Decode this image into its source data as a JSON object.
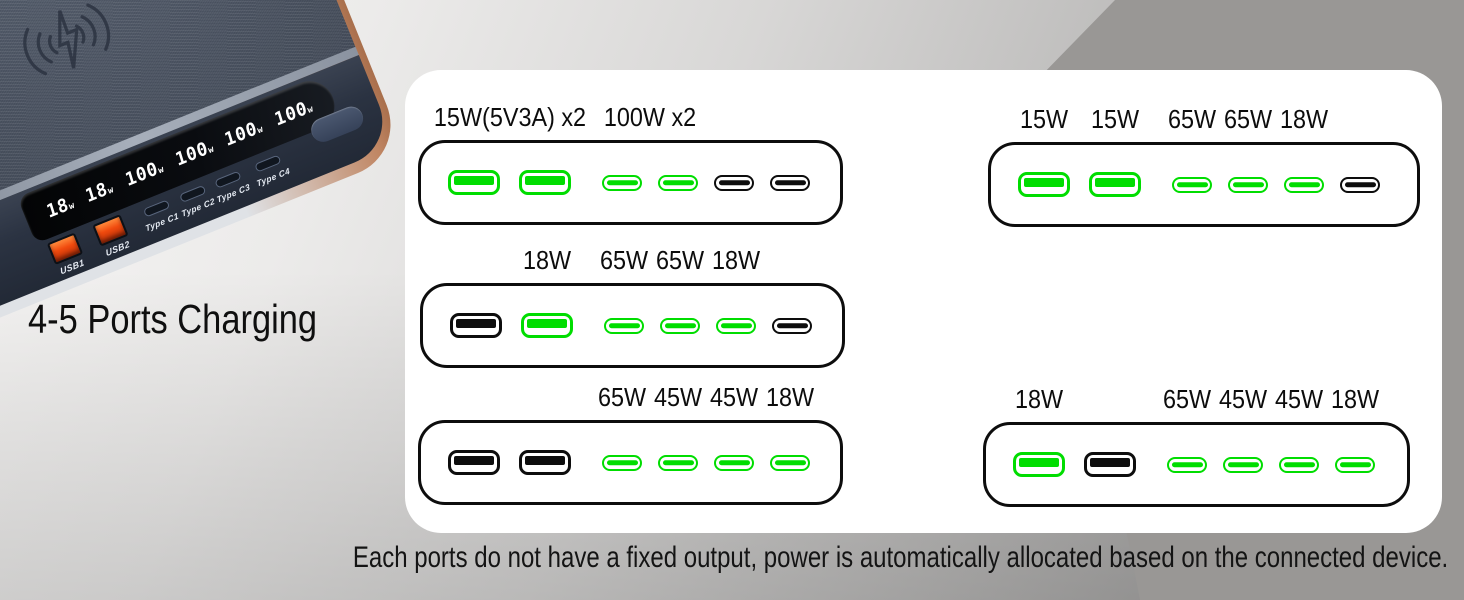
{
  "page": {
    "title": "4-5 Ports Charging",
    "caption": "Each ports do not have a fixed output, power is automatically allocated based on the connected device."
  },
  "colors": {
    "port_green": "#00dd00",
    "port_black": "#0d0d0d",
    "usb_orange": "#f04a0e",
    "panel_white": "#ffffff",
    "corner_gray": "#999795"
  },
  "device": {
    "display_readings": [
      {
        "value": "18",
        "unit": "w"
      },
      {
        "value": "18",
        "unit": "w"
      },
      {
        "value": "100",
        "unit": "w"
      },
      {
        "value": "100",
        "unit": "w"
      },
      {
        "value": "100",
        "unit": "w"
      },
      {
        "value": "100",
        "unit": "w"
      }
    ],
    "usb_a_port_labels": [
      "USB1",
      "USB2"
    ],
    "usb_c_port_labels": [
      "Type C1",
      "Type C2",
      "Type C3",
      "Type C4"
    ],
    "icons": [
      "wireless-charging-icon"
    ]
  },
  "diagrams": [
    {
      "name": "top-left",
      "labels": [
        {
          "text": "15W(5V3A) x2",
          "ports": [
            0,
            1
          ]
        },
        {
          "text": "100W x2",
          "ports": [
            2,
            3
          ]
        }
      ],
      "ports": [
        {
          "type": "usb-a",
          "color": "green"
        },
        {
          "type": "usb-a",
          "color": "green"
        },
        {
          "type": "usb-c",
          "color": "green"
        },
        {
          "type": "usb-c",
          "color": "green"
        },
        {
          "type": "usb-c",
          "color": "black"
        },
        {
          "type": "usb-c",
          "color": "black"
        }
      ]
    },
    {
      "name": "top-right",
      "labels": [
        {
          "text": "15W",
          "ports": [
            0
          ]
        },
        {
          "text": "15W",
          "ports": [
            1
          ]
        },
        {
          "text": "65W",
          "ports": [
            2
          ]
        },
        {
          "text": "65W",
          "ports": [
            3
          ]
        },
        {
          "text": "18W",
          "ports": [
            4
          ]
        }
      ],
      "ports": [
        {
          "type": "usb-a",
          "color": "green"
        },
        {
          "type": "usb-a",
          "color": "green"
        },
        {
          "type": "usb-c",
          "color": "green"
        },
        {
          "type": "usb-c",
          "color": "green"
        },
        {
          "type": "usb-c",
          "color": "green"
        },
        {
          "type": "usb-c",
          "color": "black"
        }
      ]
    },
    {
      "name": "middle-left",
      "labels": [
        {
          "text": "18W",
          "ports": [
            1
          ]
        },
        {
          "text": "65W",
          "ports": [
            2
          ]
        },
        {
          "text": "65W",
          "ports": [
            3
          ]
        },
        {
          "text": "18W",
          "ports": [
            4
          ]
        }
      ],
      "ports": [
        {
          "type": "usb-a",
          "color": "black"
        },
        {
          "type": "usb-a",
          "color": "green"
        },
        {
          "type": "usb-c",
          "color": "green"
        },
        {
          "type": "usb-c",
          "color": "green"
        },
        {
          "type": "usb-c",
          "color": "green"
        },
        {
          "type": "usb-c",
          "color": "black"
        }
      ]
    },
    {
      "name": "bottom-left",
      "labels": [
        {
          "text": "65W",
          "ports": [
            2
          ]
        },
        {
          "text": "45W",
          "ports": [
            3
          ]
        },
        {
          "text": "45W",
          "ports": [
            4
          ]
        },
        {
          "text": "18W",
          "ports": [
            5
          ]
        }
      ],
      "ports": [
        {
          "type": "usb-a",
          "color": "black"
        },
        {
          "type": "usb-a",
          "color": "black"
        },
        {
          "type": "usb-c",
          "color": "green"
        },
        {
          "type": "usb-c",
          "color": "green"
        },
        {
          "type": "usb-c",
          "color": "green"
        },
        {
          "type": "usb-c",
          "color": "green"
        }
      ]
    },
    {
      "name": "bottom-right",
      "labels": [
        {
          "text": "18W",
          "ports": [
            0
          ]
        },
        {
          "text": "65W",
          "ports": [
            2
          ]
        },
        {
          "text": "45W",
          "ports": [
            3
          ]
        },
        {
          "text": "45W",
          "ports": [
            4
          ]
        },
        {
          "text": "18W",
          "ports": [
            5
          ]
        }
      ],
      "ports": [
        {
          "type": "usb-a",
          "color": "green"
        },
        {
          "type": "usb-a",
          "color": "black"
        },
        {
          "type": "usb-c",
          "color": "green"
        },
        {
          "type": "usb-c",
          "color": "green"
        },
        {
          "type": "usb-c",
          "color": "green"
        },
        {
          "type": "usb-c",
          "color": "green"
        }
      ]
    }
  ]
}
